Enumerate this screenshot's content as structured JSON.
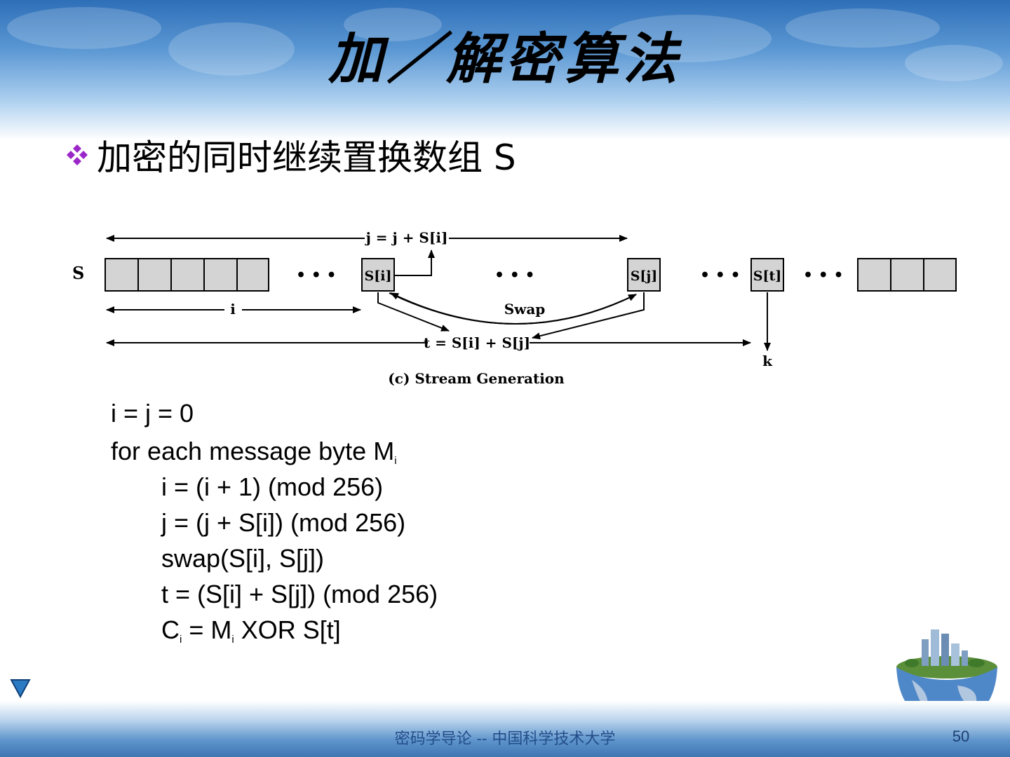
{
  "slide": {
    "title": "加／解密算法",
    "bullet": "加密的同时继续置换数组 S"
  },
  "diagram": {
    "array_label": "S",
    "dots": "• • •",
    "cell_si": "S[i]",
    "cell_sj": "S[j]",
    "cell_st": "S[t]",
    "label_j_update": "j = j + S[i]",
    "label_i": "i",
    "label_swap": "Swap",
    "label_t": "t = S[i] + S[j]",
    "label_k": "k",
    "caption": "(c) Stream Generation"
  },
  "code": {
    "line1": "i = j = 0",
    "line2_prefix": "for each message byte M",
    "line2_sub": "i",
    "line3": "i = (i + 1) (mod 256)",
    "line4": "j = (j + S[i]) (mod 256)",
    "line5": "swap(S[i], S[j])",
    "line6": "t = (S[i] + S[j]) (mod 256)",
    "line7_c": "C",
    "line7_c_sub": "i",
    "line7_mid": " = M",
    "line7_m_sub": "i",
    "line7_rest": " XOR S[t]"
  },
  "footer": {
    "text": "密码学导论 -- 中国科学技术大学",
    "page": "50"
  },
  "colors": {
    "bullet": "#9b27c9",
    "cell_fill": "#d4d4d4",
    "nav_triangle": "#2b7bc4",
    "footer_text": "#234d8a"
  }
}
